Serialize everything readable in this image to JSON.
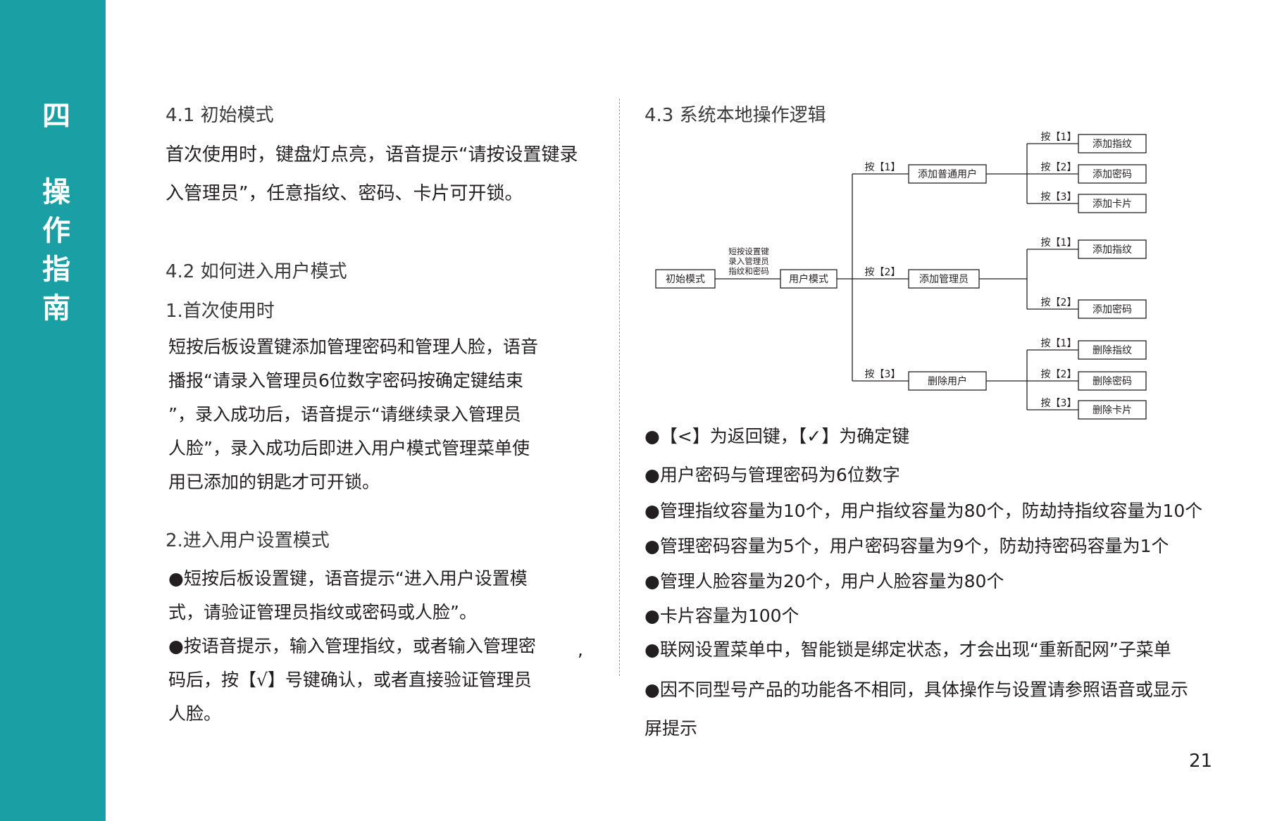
{
  "sidebar": {
    "chapter_number": "四",
    "chapter_title": [
      "操",
      "作",
      "指",
      "南"
    ]
  },
  "left": {
    "s41_title": "4.1 初始模式",
    "s41_body": [
      "首次使用时，键盘灯点亮，语音提示“请按设置键录",
      "入管理员”，任意指纹、密码、卡片可开锁。"
    ],
    "s42_title": "4.2 如何进入用户模式",
    "s42_sub1": "1.首次使用时",
    "s42_sub1_body": [
      "短按后板设置键添加管理密码和管理人脸，语音",
      "播报“请录入管理员6位数字密码按确定键结束",
      "”，录入成功后，语音提示“请继续录入管理员",
      "人脸”，录入成功后即进入用户模式管理菜单使",
      "用已添加的钥匙才可开锁。"
    ],
    "s42_sub2": "2.进入用户设置模式",
    "s42_sub2_body": [
      "●短按后板设置键，语音提示“进入用户设置模",
      "式，请验证管理员指纹或密码或人脸”。",
      "●按语音提示，输入管理指纹，或者输入管理密",
      "码后，按【√】号键确认，或者直接验证管理员",
      "人脸。"
    ],
    "stray_comma": ","
  },
  "right": {
    "s43_title": "4.3 系统本地操作逻辑",
    "diagram": {
      "start": "初始模式",
      "action_label": [
        "短按设置键",
        "录入管理员",
        "指纹和密码"
      ],
      "user_mode": "用户模式",
      "branches": [
        {
          "key": "按【1】",
          "name": "添加普通用户",
          "subs": [
            {
              "key": "按【1】",
              "name": "添加指纹"
            },
            {
              "key": "按【2】",
              "name": "添加密码"
            },
            {
              "key": "按【3】",
              "name": "添加卡片"
            }
          ]
        },
        {
          "key": "按【2】",
          "name": "添加管理员",
          "subs": [
            {
              "key": "按【1】",
              "name": "添加指纹"
            },
            {
              "key": "按【2】",
              "name": "添加密码"
            }
          ]
        },
        {
          "key": "按【3】",
          "name": "删除用户",
          "subs": [
            {
              "key": "按【1】",
              "name": "删除指纹"
            },
            {
              "key": "按【2】",
              "name": "删除密码"
            },
            {
              "key": "按【3】",
              "name": "删除卡片"
            }
          ]
        }
      ]
    },
    "notes": [
      "●【<】为返回键，【✓】为确定键",
      "●用户密码与管理密码为6位数字",
      "●管理指纹容量为10个，用户指纹容量为80个，防劫持指纹容量为10个",
      "●管理密码容量为5个，用户密码容量为9个，防劫持密码容量为1个",
      "●管理人脸容量为20个，用户人脸容量为80个",
      "●卡片容量为100个",
      "●联网设置菜单中，智能锁是绑定状态，才会出现“重新配网”子菜单",
      "●因不同型号产品的功能各不相同，具体操作与设置请参照语音或显示",
      "屏提示"
    ]
  },
  "page_number": "21"
}
